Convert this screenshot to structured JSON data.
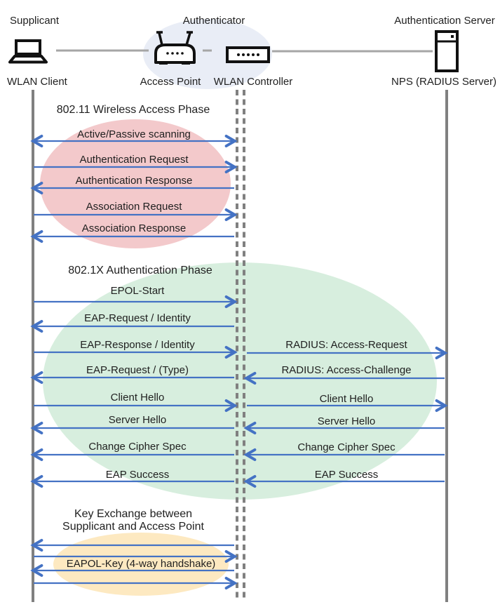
{
  "roles": {
    "left": "Supplicant",
    "center": "Authenticator",
    "right": "Authentication Server"
  },
  "nodes": {
    "client": "WLAN Client",
    "ap": "Access Point",
    "controller": "WLAN Controller",
    "server": "NPS (RADIUS Server)"
  },
  "phase1": {
    "title": "802.11 Wireless Access Phase",
    "messages": [
      {
        "label": "Active/Passive scanning",
        "direction": "both"
      },
      {
        "label": "Authentication Request",
        "direction": "right"
      },
      {
        "label": "Authentication Response",
        "direction": "left"
      },
      {
        "label": "Association Request",
        "direction": "right"
      },
      {
        "label": "Association Response",
        "direction": "left"
      }
    ]
  },
  "phase2": {
    "title": "802.1X Authentication Phase",
    "left_messages": [
      {
        "label": "EPOL-Start",
        "direction": "right"
      },
      {
        "label": "EAP-Request / Identity",
        "direction": "left"
      },
      {
        "label": "EAP-Response / Identity",
        "direction": "right"
      },
      {
        "label": "EAP-Request / (Type)",
        "direction": "left"
      },
      {
        "label": "Client Hello",
        "direction": "right"
      },
      {
        "label": "Server Hello",
        "direction": "left"
      },
      {
        "label": "Change Cipher Spec",
        "direction": "left"
      },
      {
        "label": "EAP Success",
        "direction": "left"
      }
    ],
    "right_messages": [
      {
        "label": "RADIUS: Access-Request",
        "direction": "right"
      },
      {
        "label": "RADIUS: Access-Challenge",
        "direction": "left"
      },
      {
        "label": "Client Hello",
        "direction": "right"
      },
      {
        "label": "Server Hello",
        "direction": "left"
      },
      {
        "label": "Change Cipher Spec",
        "direction": "left"
      },
      {
        "label": "EAP Success",
        "direction": "left"
      }
    ]
  },
  "phase3": {
    "title_line1": "Key Exchange between",
    "title_line2": "Supplicant and Access Point",
    "message": "EAPOL-Key (4-way handshake)",
    "arrow_directions": [
      "left",
      "right",
      "left",
      "right"
    ]
  },
  "colors": {
    "arrow": "#4472C4",
    "lifeline": "#808080",
    "connector": "#A6A6A6",
    "phase1_title": "#C00000",
    "phase1_fill": "#F3C9CB",
    "phase2_title": "#33B364",
    "phase2_fill": "#D7EEDE",
    "phase3_title": "#DD8A5B",
    "phase3_fill": "#FDE9C1",
    "hub_fill": "#E9EDF6"
  }
}
